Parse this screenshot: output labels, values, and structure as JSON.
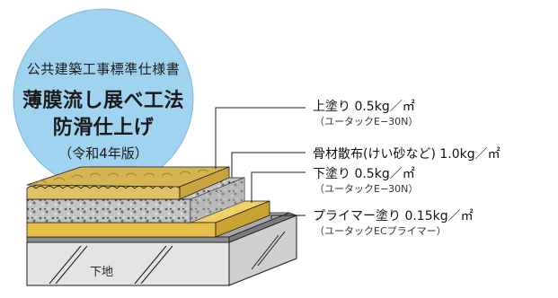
{
  "badge": {
    "line1": "公共建築工事標準仕様書",
    "line2": "薄膜流し展べ工法",
    "line3": "防滑仕上げ",
    "line4": "（令和4年版）"
  },
  "layers": [
    {
      "name": "上塗り  0.5kg／㎡",
      "detail": "（ユータックE−30N）"
    },
    {
      "name": "骨材散布(けい砂など)  1.0kg／㎡",
      "detail": ""
    },
    {
      "name": "下塗り  0.5kg／㎡",
      "detail": "（ユータックE−30N）"
    },
    {
      "name": "プライマー塗り  0.15kg／㎡",
      "detail": "（ユータックECプライマー）"
    }
  ],
  "substrate_label": "下地",
  "colors": {
    "badge_fill": "#9fd3ef",
    "top_coat": "#d9bc5c",
    "aggregate": "#bdbdbd",
    "base_coat": "#e6c04a",
    "primer": "#8c8c8c",
    "substrate": "#e4e4e4",
    "outline": "#1a1a1a"
  }
}
